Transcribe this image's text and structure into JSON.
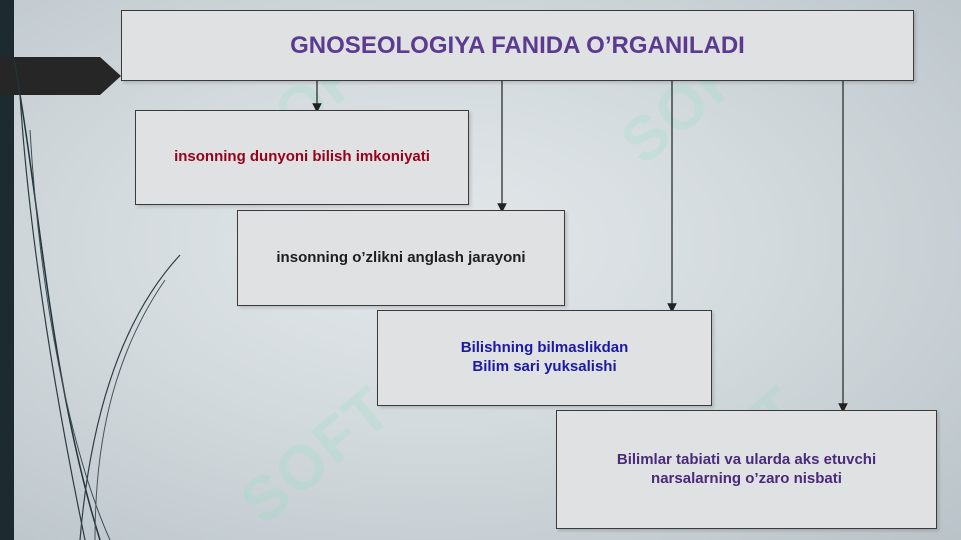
{
  "title": "GNOSEOLOGIYA FANIDA O’RGANILADI",
  "boxes": [
    {
      "lines": [
        "insonning dunyoni bilish imkoniyati"
      ]
    },
    {
      "lines": [
        "insonning o’zlikni anglash jarayoni"
      ]
    },
    {
      "lines": [
        "Bilishning bilmaslikdan",
        "Bilim sari yuksalishi"
      ]
    },
    {
      "lines": [
        "Bilimlar tabiati va ularda aks etuvchi",
        "narsalarning o’zaro nisbati"
      ]
    }
  ],
  "watermark": "SOFT",
  "colors": {
    "title": "#5b3b91",
    "box1": "#990019",
    "box2": "#1e1e1e",
    "box3": "#1a1aa6",
    "box4": "#4a2a7a",
    "connector": "#222222",
    "tab": "#262626",
    "watermark": "#7ee6c0"
  }
}
